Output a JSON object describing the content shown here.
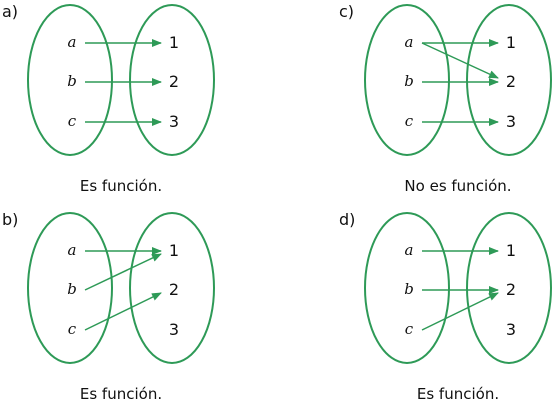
{
  "colors": {
    "stroke": "#2e9a57",
    "text": "#111111",
    "background": "#ffffff"
  },
  "diagrams": [
    {
      "label": "a)",
      "domain": [
        "a",
        "b",
        "c"
      ],
      "codomain": [
        "1",
        "2",
        "3"
      ],
      "arrows": [
        [
          0,
          0
        ],
        [
          1,
          1
        ],
        [
          2,
          2
        ]
      ],
      "caption": "Es función."
    },
    {
      "label": "c)",
      "domain": [
        "a",
        "b",
        "c"
      ],
      "codomain": [
        "1",
        "2",
        "3"
      ],
      "arrows": [
        [
          0,
          0
        ],
        [
          0,
          1
        ],
        [
          1,
          1
        ],
        [
          2,
          2
        ]
      ],
      "caption": "No es función."
    },
    {
      "label": "b)",
      "domain": [
        "a",
        "b",
        "c"
      ],
      "codomain": [
        "1",
        "2",
        "3"
      ],
      "arrows": [
        [
          0,
          0
        ],
        [
          1,
          0
        ],
        [
          2,
          1
        ]
      ],
      "caption": "Es función."
    },
    {
      "label": "d)",
      "domain": [
        "a",
        "b",
        "c"
      ],
      "codomain": [
        "1",
        "2",
        "3"
      ],
      "arrows": [
        [
          0,
          0
        ],
        [
          1,
          1
        ],
        [
          2,
          1
        ]
      ],
      "caption": "Es función."
    }
  ]
}
